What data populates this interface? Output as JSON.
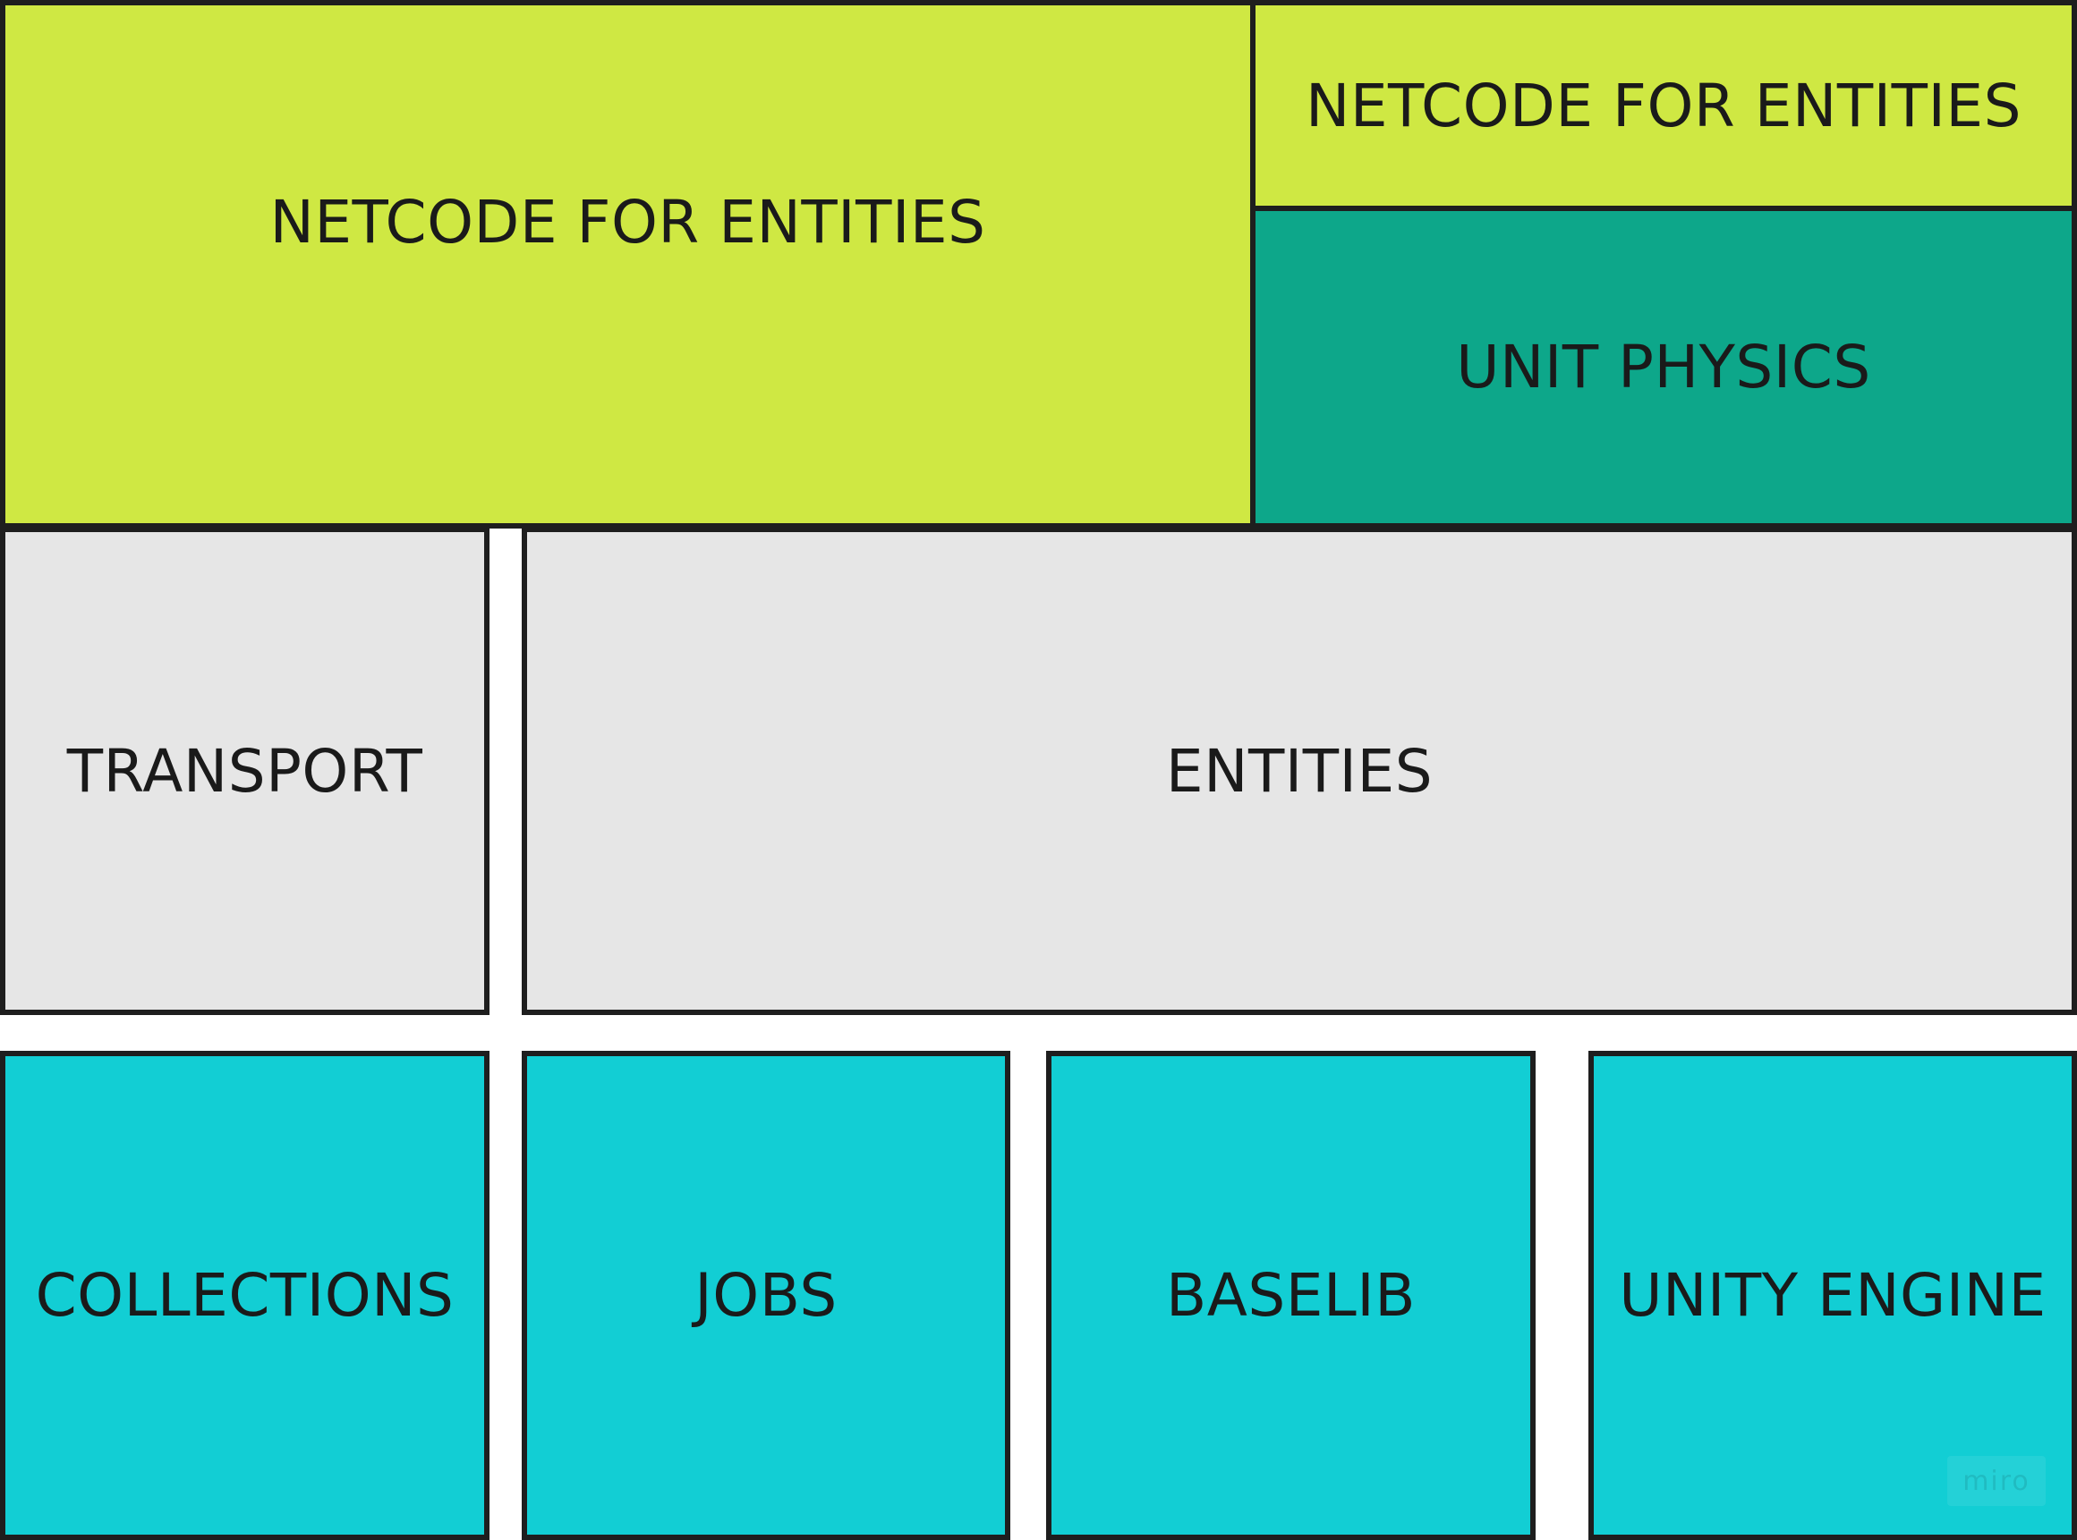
{
  "colors": {
    "lime": "#cfe843",
    "teal": "#0da78a",
    "gray": "#e6e6e6",
    "cyan": "#12ced4",
    "border": "#1e1e1e"
  },
  "blocks": {
    "netcode_main": {
      "label": "NETCODE FOR ENTITIES",
      "color": "#cfe843"
    },
    "netcode_small": {
      "label": "NETCODE FOR ENTITIES",
      "color": "#cfe843"
    },
    "unit_physics": {
      "label": "UNIT PHYSICS",
      "color": "#0da78a"
    },
    "transport": {
      "label": "TRANSPORT",
      "color": "#e6e6e6"
    },
    "entities": {
      "label": "ENTITIES",
      "color": "#e6e6e6"
    },
    "collections": {
      "label": "COLLECTIONS",
      "color": "#12ced4"
    },
    "jobs": {
      "label": "JOBS",
      "color": "#12ced4"
    },
    "baselib": {
      "label": "BASELIB",
      "color": "#12ced4"
    },
    "unity_engine": {
      "label": "UNITY ENGINE",
      "color": "#12ced4"
    }
  },
  "watermark": {
    "text": "miro"
  }
}
